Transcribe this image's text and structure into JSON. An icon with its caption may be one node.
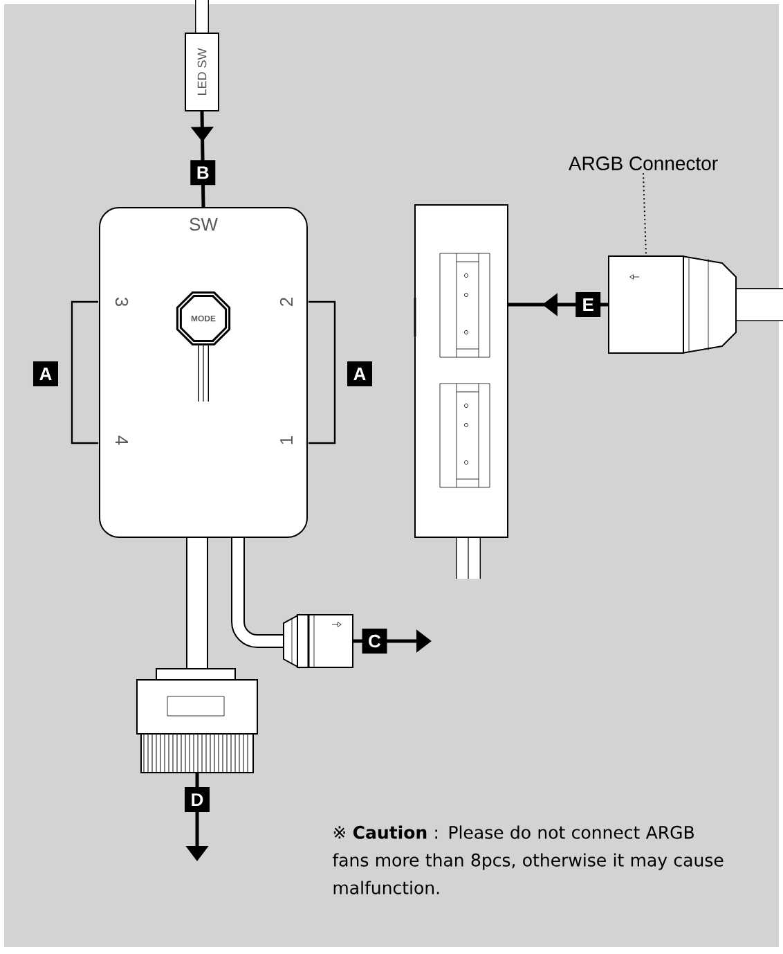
{
  "diagram": {
    "nodes": [
      {
        "text": [
          "SW",
          "3",
          "2",
          "4",
          "1"
        ]
      },
      {
        "text": [
          "MODE"
        ],
        "in": 0
      },
      {
        "text": [
          "LED SW"
        ]
      },
      {
        "text": [],
        "shape": "box"
      },
      {
        "text": [
          "ARGB Connector"
        ]
      },
      {
        "text": [],
        "shape": "box"
      },
      {
        "text": [],
        "shape": "box"
      },
      {
        "text": [],
        "shape": "box"
      }
    ],
    "edges": [
      {
        "from": 2,
        "to": 0,
        "arrow": "to",
        "label": "B"
      },
      {
        "from": 5,
        "to": 3,
        "arrow": "to",
        "label": "E"
      },
      {
        "from": 4,
        "to": 5,
        "arrow": "none",
        "style": "dashed"
      },
      {
        "from": 0,
        "to": 6,
        "arrow": "none",
        "style": "thick"
      },
      {
        "from": 0,
        "to": 7,
        "arrow": "none",
        "style": "thick"
      },
      {
        "from": 6,
        "to": null,
        "arrow": "to",
        "label": "C"
      },
      {
        "from": 7,
        "to": null,
        "arrow": "to",
        "label": "D"
      }
    ],
    "labels": [
      "A",
      "A",
      "※ **Caution** : Please do not connect ARGB fans more than 8pcs, otherwise it may cause malfunction."
    ]
  }
}
